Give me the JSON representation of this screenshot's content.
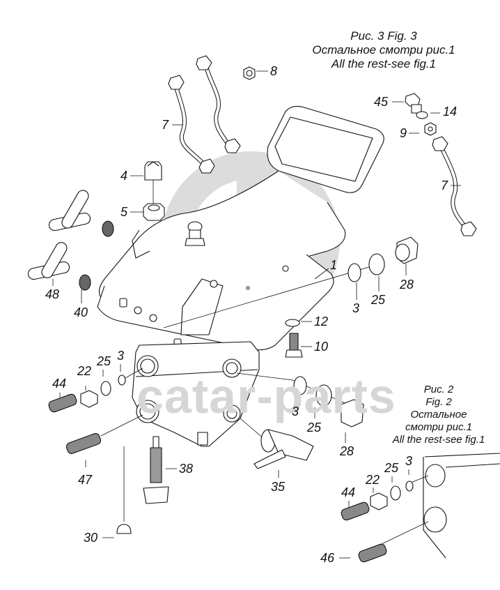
{
  "figure": {
    "title": "Кран тормозной с педалью — exploded parts diagram",
    "notes": [
      {
        "id": "fig3",
        "lines": [
          "Рис. 3 Fig. 3",
          "Остальное смотри рис.1",
          "All the rest-see fig.1"
        ]
      },
      {
        "id": "fig2",
        "lines": [
          "Рис. 2",
          "Fig. 2",
          "Остальное",
          "смотри рис.1",
          "All the rest-see fig.1"
        ]
      }
    ],
    "watermark": {
      "text": "catar-parts",
      "color": "#d6d6d6"
    },
    "callouts": [
      {
        "id": "c8",
        "num": "8",
        "part": "nut"
      },
      {
        "id": "c7a",
        "num": "7",
        "part": "tube"
      },
      {
        "id": "c4",
        "num": "4",
        "part": "cap nut"
      },
      {
        "id": "c5",
        "num": "5",
        "part": "nut"
      },
      {
        "id": "c45",
        "num": "45",
        "part": "union"
      },
      {
        "id": "c14",
        "num": "14",
        "part": "washer"
      },
      {
        "id": "c9",
        "num": "9",
        "part": "nut"
      },
      {
        "id": "c7b",
        "num": "7",
        "part": "tube"
      },
      {
        "id": "c1",
        "num": "1",
        "part": "brake valve with pedal"
      },
      {
        "id": "c3a",
        "num": "3",
        "part": "sealing ring"
      },
      {
        "id": "c25a",
        "num": "25",
        "part": "washer"
      },
      {
        "id": "c28a",
        "num": "28",
        "part": "plug"
      },
      {
        "id": "c12",
        "num": "12",
        "part": "washer"
      },
      {
        "id": "c10",
        "num": "10",
        "part": "bolt"
      },
      {
        "id": "c48",
        "num": "48",
        "part": "cross fitting"
      },
      {
        "id": "c40",
        "num": "40",
        "part": "filter"
      },
      {
        "id": "c44a",
        "num": "44",
        "part": "connector"
      },
      {
        "id": "c22a",
        "num": "22",
        "part": "nut"
      },
      {
        "id": "c25b",
        "num": "25",
        "part": "washer"
      },
      {
        "id": "c3b",
        "num": "3",
        "part": "sealing ring"
      },
      {
        "id": "c47",
        "num": "47",
        "part": "connector"
      },
      {
        "id": "c38",
        "num": "38",
        "part": "switch"
      },
      {
        "id": "c30",
        "num": "30",
        "part": "cap"
      },
      {
        "id": "c35",
        "num": "35",
        "part": "drain valve"
      },
      {
        "id": "c3c",
        "num": "3",
        "part": "sealing ring"
      },
      {
        "id": "c25c",
        "num": "25",
        "part": "washer"
      },
      {
        "id": "c28b",
        "num": "28",
        "part": "plug"
      },
      {
        "id": "c44b",
        "num": "44",
        "part": "connector"
      },
      {
        "id": "c22b",
        "num": "22",
        "part": "nut"
      },
      {
        "id": "c25d",
        "num": "25",
        "part": "washer"
      },
      {
        "id": "c3d",
        "num": "3",
        "part": "sealing ring"
      },
      {
        "id": "c46",
        "num": "46",
        "part": "connector"
      }
    ]
  }
}
